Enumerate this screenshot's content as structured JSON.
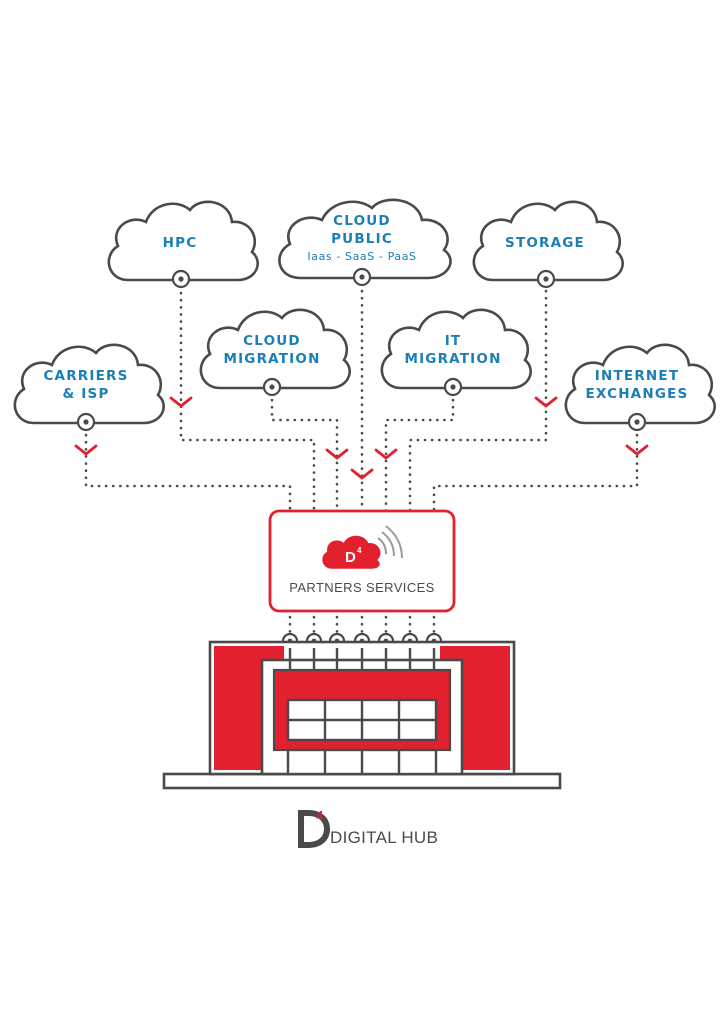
{
  "colors": {
    "text_blue": "#1a7fb5",
    "accent_red": "#e3202e",
    "line_gray": "#4a4a4a",
    "cloud_fill": "#ffffff"
  },
  "clouds": {
    "hpc": {
      "label_lines": [
        "HPC"
      ]
    },
    "cloud_public": {
      "label_lines": [
        "CLOUD",
        "PUBLIC"
      ],
      "sublabel": "Iaas - SaaS - PaaS"
    },
    "storage": {
      "label_lines": [
        "STORAGE"
      ]
    },
    "cloud_migration": {
      "label_lines": [
        "CLOUD",
        "MIGRATION"
      ]
    },
    "it_migration": {
      "label_lines": [
        "IT",
        "MIGRATION"
      ]
    },
    "carriers_isp": {
      "label_lines": [
        "CARRIERS",
        "& ISP"
      ]
    },
    "internet_exchanges": {
      "label_lines": [
        "INTERNET",
        "EXCHANGES"
      ]
    }
  },
  "hub_box": {
    "logo_text": "D",
    "logo_superscript": "4",
    "label": "PARTNERS SERVICES"
  },
  "brand": {
    "logo_letter": "D",
    "logo_superscript": "4",
    "name": "DIGITAL HUB"
  }
}
